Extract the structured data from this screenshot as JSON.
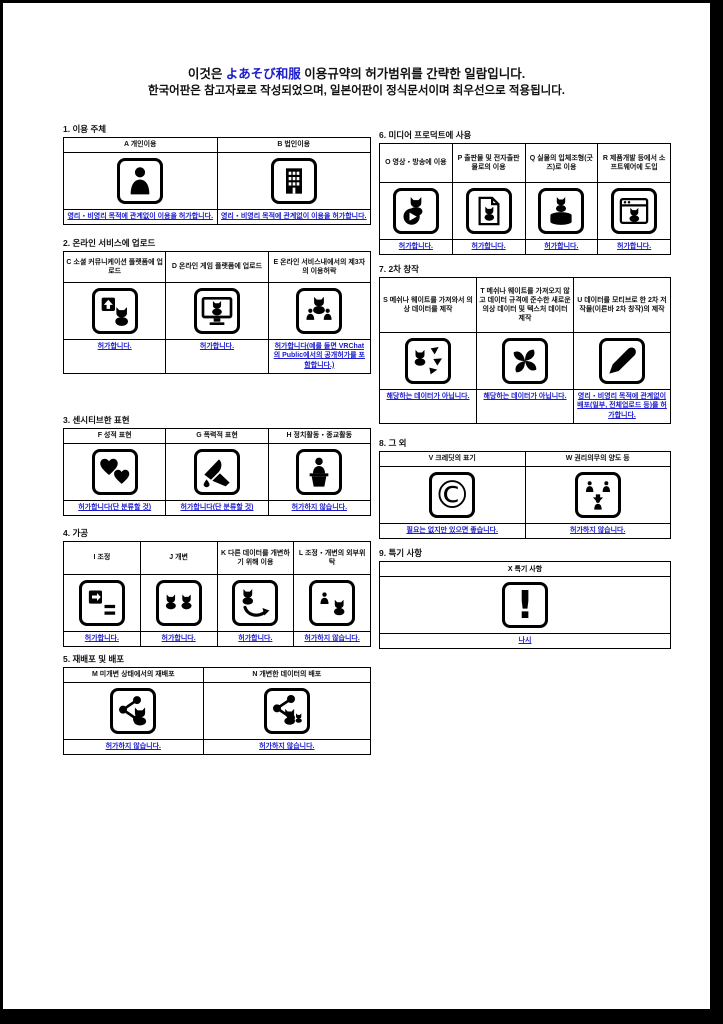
{
  "colors": {
    "accent_blue": "#1a1acc",
    "border": "#000000",
    "page_bg": "#ffffff"
  },
  "title": {
    "pre": "이것은 ",
    "brand": "よあそび和服",
    "post": " 이용규약의 허가범위를 간략한 일람입니다.",
    "line2": "한국어판은 참고자료로 작성되었으며, 일본어판이 정식문서이며 최우선으로 적용됩니다."
  },
  "icons": {
    "a": "person-icon",
    "b": "building-icon",
    "c": "upload-cat-icon",
    "d": "game-platform-cat-icon",
    "e": "third-party-group-icon",
    "f": "hearts-icon",
    "g": "knife-icon",
    "h": "podium-speaker-icon",
    "i": "adjust-arrow-equals-icon",
    "j": "two-cats-icon",
    "k": "cat-swoosh-icon",
    "l": "person-cat-icon",
    "m": "share-cat-icon",
    "n": "share-two-cats-icon",
    "o": "cat-play-video-icon",
    "p": "document-cat-icon",
    "q": "figure-pedestal-icon",
    "r": "software-window-cat-icon",
    "s": "cat-mesh-pieces-icon",
    "t": "pinwheel-icon",
    "u": "pen-icon",
    "v": "copyright-icon",
    "w": "rights-transfer-icon",
    "x": "exclamation-icon"
  },
  "sections": {
    "s1": {
      "label": "1. 이용 주체",
      "a": {
        "h": "A 개인이용",
        "c": "영리・비영리 목적에 관계없이 이용을 허가합니다."
      },
      "b": {
        "h": "B 법인이용",
        "c": "영리・비영리 목적에 관계없이 이용을 허가합니다."
      }
    },
    "s2": {
      "label": "2. 온라인 서비스에 업로드",
      "c": {
        "h": "C 소셜 커뮤니케이션 플랫폼에 업로드",
        "c": "허가합니다."
      },
      "d": {
        "h": "D 온라인 게임 플랫폼에 업로드",
        "c": "허가합니다."
      },
      "e": {
        "h": "E 온라인 서비스내에서의 제3자의 이용허락",
        "c": "허가합니다(예를 들면 VRChat의 Public에서의 공개허가를 포함합니다.)"
      }
    },
    "s3": {
      "label": "3. 센시티브한 표현",
      "f": {
        "h": "F 성적 표현",
        "c": "허가합니다(단 분류할 것)"
      },
      "g": {
        "h": "G 폭력적 표현",
        "c": "허가합니다(단 분류할 것)"
      },
      "hh": {
        "h": "H 정치활동・종교활동",
        "c": "허가하지 않습니다."
      }
    },
    "s4": {
      "label": "4. 가공",
      "i": {
        "h": "I 조정",
        "c": "허가합니다."
      },
      "j": {
        "h": "J 개변",
        "c": "허가합니다."
      },
      "k": {
        "h": "K 다른 데이터를 개변하기 위해 이용",
        "c": "허가합니다."
      },
      "l": {
        "h": "L 조정・개변의 외부위탁",
        "c": "허가하지 않습니다."
      }
    },
    "s5": {
      "label": "5. 재배포 및 배포",
      "m": {
        "h": "M 미개변 상태에서의 재배포",
        "c": "허가하지 않습니다."
      },
      "n": {
        "h": "N 개변한 데이터의 배포",
        "c": "허가하지 않습니다."
      }
    },
    "s6": {
      "label": "6. 미디어 프로덕트에 사용",
      "o": {
        "h": "O 영상・방송에 이용",
        "c": "허가합니다."
      },
      "p": {
        "h": "P 출판물 및 전자출판물로의 이용",
        "c": "허가합니다."
      },
      "q": {
        "h": "Q 실물의 입체조형(굿즈)로 이용",
        "c": "허가합니다."
      },
      "r": {
        "h": "R 제품개발 등에서 소프트웨어에 도입",
        "c": "허가합니다."
      }
    },
    "s7": {
      "label": "7. 2차 창작",
      "s": {
        "h": "S 메쉬나 웨이트를 가져와서 의상 데이터를 제작",
        "c": "해당하는 데이터가 아닙니다."
      },
      "t": {
        "h": "T 메쉬나 웨이트를 가져오지 않고 데이터 규격에 준수한 새로운 의상 데이터 및 텍스처 데이터 제작",
        "c": "해당하는 데이터가 아닙니다."
      },
      "u": {
        "h": "U 데이터를 모티브로 한 2차 저작물(이른바 2차 창작)의 제작",
        "c": "영리・비영리 목적에 관계없이 배포(일부, 전체업로드 등)를 허가합니다."
      }
    },
    "s8": {
      "label": "8. 그 외",
      "v": {
        "h": "V 크레딧의 표기",
        "c": "필요는 없지만 있으면 좋습니다."
      },
      "w": {
        "h": "W 권리의무의 양도 등",
        "c": "허가하지 않습니다."
      }
    },
    "s9": {
      "label": "9. 특기 사항",
      "x": {
        "h": "X 특기 사항",
        "c": "나시"
      }
    }
  }
}
